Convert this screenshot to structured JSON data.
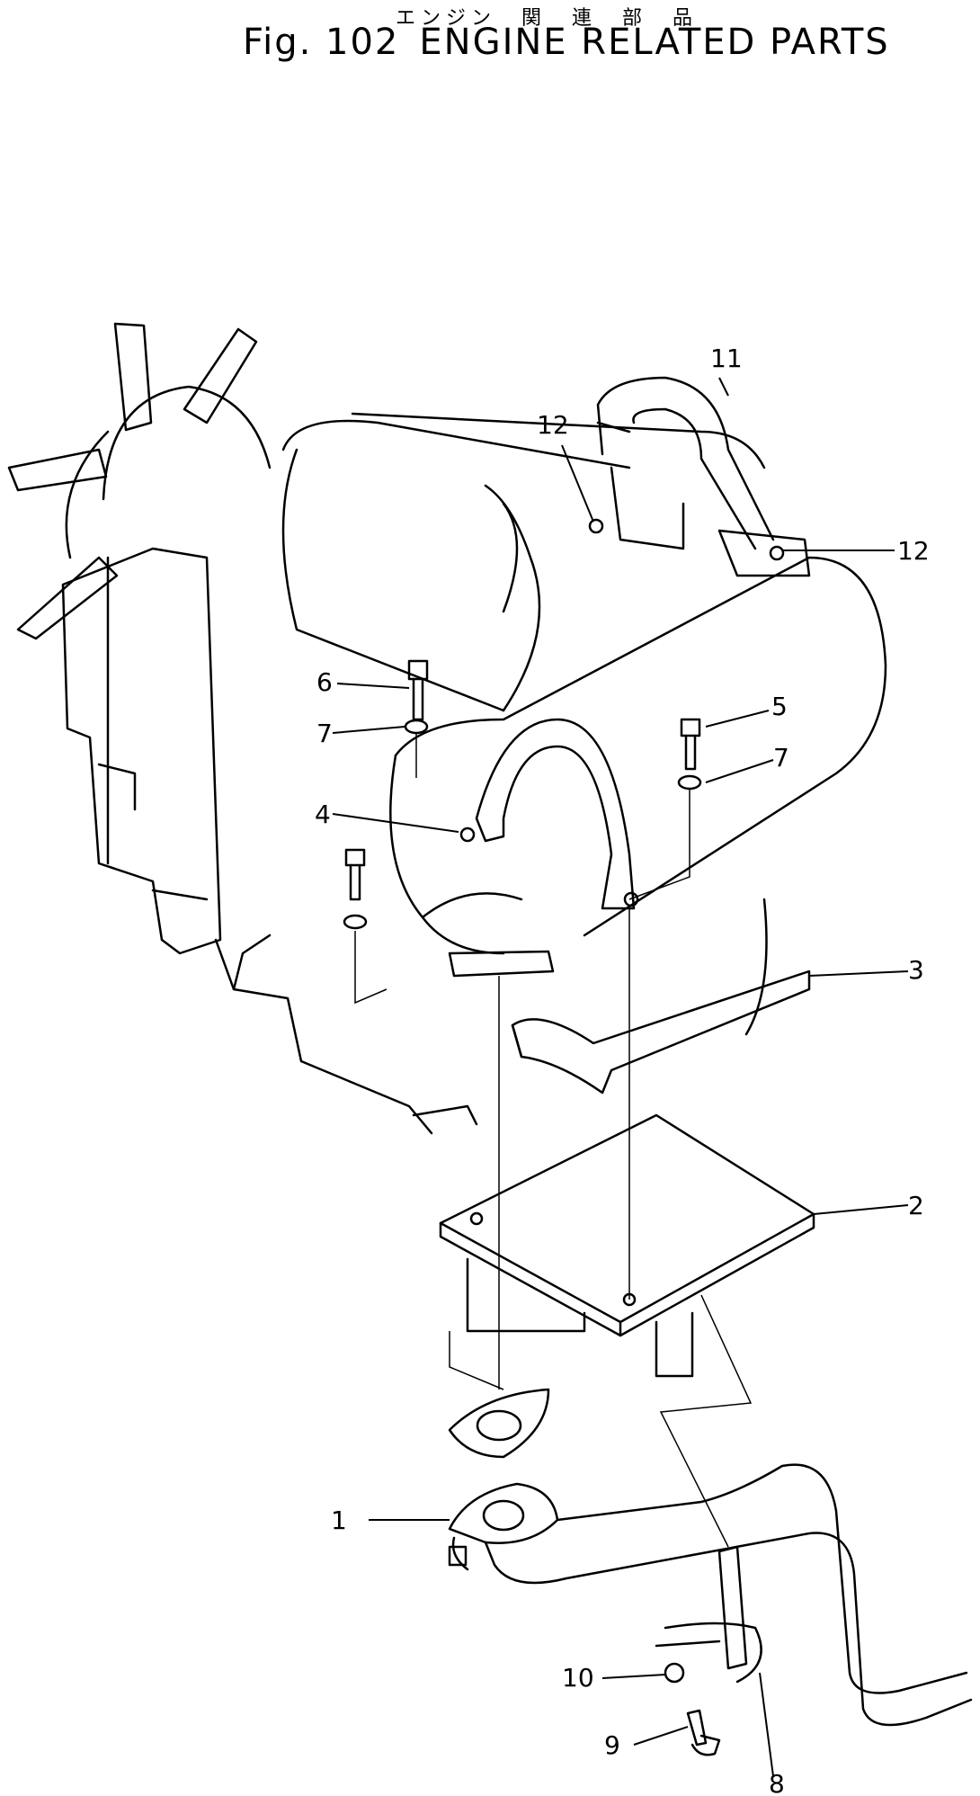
{
  "header": {
    "japanese_title": "エンジン　関　連　部　品",
    "fig_label": "Fig. 102",
    "title": "ENGINE RELATED PARTS"
  },
  "callouts": [
    {
      "id": "1",
      "label": "1"
    },
    {
      "id": "2",
      "label": "2"
    },
    {
      "id": "3",
      "label": "3"
    },
    {
      "id": "4",
      "label": "4"
    },
    {
      "id": "5",
      "label": "5"
    },
    {
      "id": "6",
      "label": "6"
    },
    {
      "id": "7a",
      "label": "7"
    },
    {
      "id": "7b",
      "label": "7"
    },
    {
      "id": "8",
      "label": "8"
    },
    {
      "id": "9",
      "label": "9"
    },
    {
      "id": "10",
      "label": "10"
    },
    {
      "id": "11",
      "label": "11"
    },
    {
      "id": "12a",
      "label": "12"
    },
    {
      "id": "12b",
      "label": "12"
    }
  ]
}
